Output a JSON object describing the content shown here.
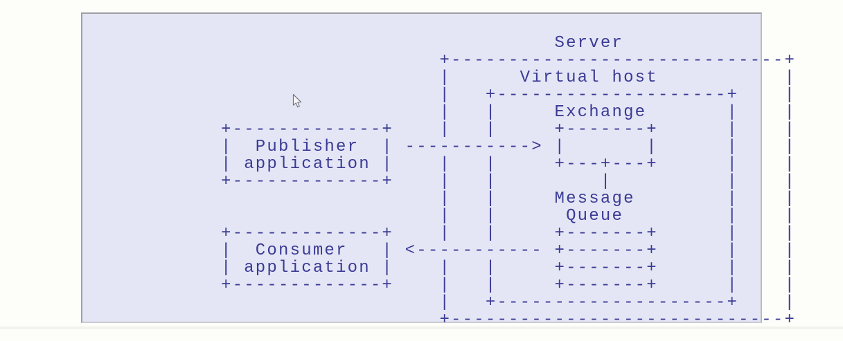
{
  "diagram": {
    "nodes": {
      "server_label": "Server",
      "virtual_host_label": "Virtual host",
      "exchange_label": "Exchange",
      "message_queue_label_line1": "Message",
      "message_queue_label_line2": "Queue",
      "publisher_label_line1": "Publisher",
      "publisher_label_line2": "application",
      "consumer_label_line1": "Consumer",
      "consumer_label_line2": "application"
    },
    "edges": [
      {
        "from": "Publisher application",
        "to": "Exchange",
        "direction": "right",
        "glyph": "----------->"
      },
      {
        "from": "Message Queue",
        "to": "Consumer application",
        "direction": "left",
        "glyph": "<-----------"
      }
    ],
    "ascii_lines": [
      "                             Server",
      "                   +-----------------------------+",
      "                   |      Virtual host           |",
      "                   |   +--------------------+    |",
      "                   |   |     Exchange       |    |",
      "+-------------+    |   |     +-------+      |    |",
      "|  Publisher  | -----------> |       |      |    |",
      "| application |    |   |     +---+---+      |    |",
      "+-------------+    |   |         |          |    |",
      "                   |   |     Message        |    |",
      "                   |   |      Queue         |    |",
      "+-------------+    |   |     +-------+      |    |",
      "|  Consumer   | <----------- +-------+      |    |",
      "| application |    |   |     +-------+      |    |",
      "+-------------+    |   |     +-------+      |    |",
      "                   |   +--------------------+    |",
      "                   +-----------------------------+"
    ],
    "colors": {
      "text": "#3b3b94",
      "panel_background": "#e4e6f6",
      "panel_border": "#9fa0a6",
      "page_background": "#fdfdfa"
    }
  },
  "cursor": {
    "type": "arrow-pointer"
  }
}
